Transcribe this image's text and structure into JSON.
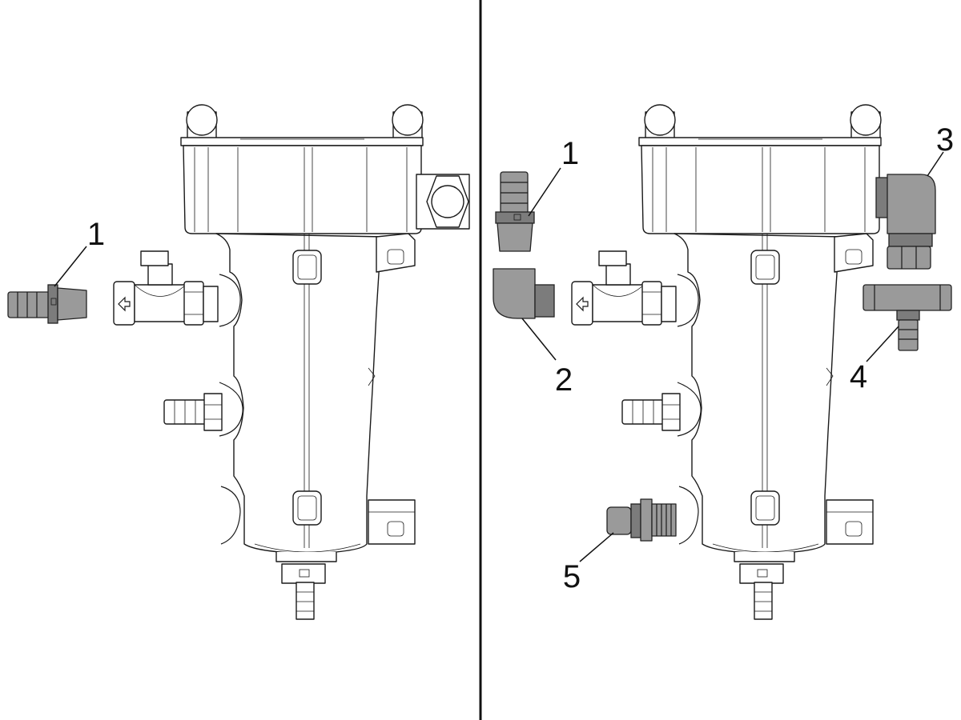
{
  "left_panel": {
    "callouts": [
      {
        "id": "1",
        "label": "1"
      }
    ]
  },
  "right_panel": {
    "callouts": [
      {
        "id": "1",
        "label": "1"
      },
      {
        "id": "2",
        "label": "2"
      },
      {
        "id": "3",
        "label": "3"
      },
      {
        "id": "4",
        "label": "4"
      },
      {
        "id": "5",
        "label": "5"
      }
    ]
  },
  "colors": {
    "outline": "#1a1a1a",
    "part_fill": "#9a9a9a",
    "part_dark": "#7c7c7c",
    "background": "#ffffff"
  }
}
